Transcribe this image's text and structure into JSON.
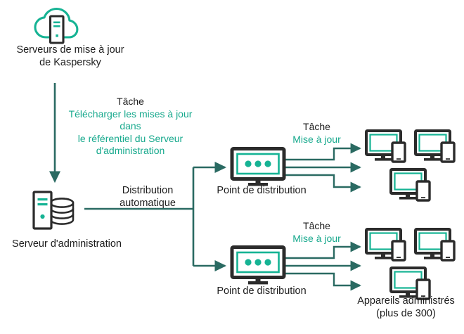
{
  "diagram": {
    "title": "Kaspersky update distribution topology",
    "colors": {
      "accent_teal": "#16b394",
      "wire_teal": "#2a6a62",
      "outline_dark": "#2b2b2b",
      "text_dark": "#1c1c1c",
      "text_teal": "#17a98d",
      "background": "#ffffff"
    },
    "nodes": [
      {
        "id": "kaspersky-update-servers",
        "icon": "cloud-server-icon",
        "label": "Serveurs de mise à jour\nde Kaspersky",
        "label_color": "dark"
      },
      {
        "id": "administration-server",
        "icon": "server-database-icon",
        "label": "Serveur d'administration",
        "label_color": "dark"
      },
      {
        "id": "distribution-point-top",
        "icon": "distribution-point-icon",
        "label": "Point de distribution",
        "label_color": "dark"
      },
      {
        "id": "distribution-point-bottom",
        "icon": "distribution-point-icon",
        "label": "Point de distribution",
        "label_color": "dark"
      },
      {
        "id": "managed-devices",
        "icon": "managed-device-icon",
        "label": "Appareils administrés\n(plus de 300)",
        "label_color": "dark"
      }
    ],
    "edge_labels": [
      {
        "id": "download-updates-task",
        "heading": "Tâche",
        "body": "Télécharger les mises à jour\ndans\nle référentiel du Serveur\nd'administration"
      },
      {
        "id": "automatic-distribution",
        "heading": "",
        "body": "Distribution\nautomatique",
        "body_color": "dark"
      },
      {
        "id": "update-task-top",
        "heading": "Tâche",
        "body": "Mise à jour"
      },
      {
        "id": "update-task-bottom",
        "heading": "Tâche",
        "body": "Mise à jour"
      }
    ]
  }
}
